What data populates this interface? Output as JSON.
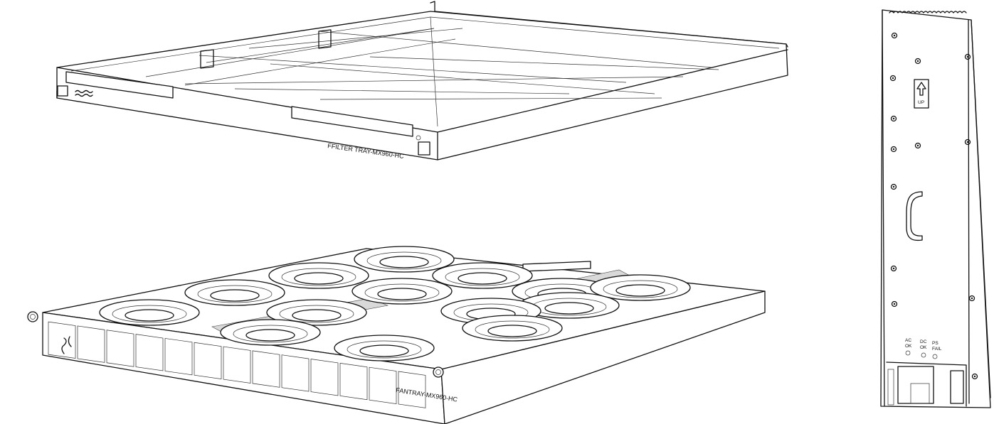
{
  "filter_tray": {
    "label": "FFILTER TRAY-MX960-HC"
  },
  "fan_tray": {
    "label": "FANTRAY-MX960-HC"
  },
  "power_supply": {
    "arrow_text": "UP",
    "leds": [
      {
        "line1": "AC",
        "line2": "OK"
      },
      {
        "line1": "DC",
        "line2": "OK"
      },
      {
        "line1": "PS",
        "line2": "FAIL"
      }
    ]
  }
}
